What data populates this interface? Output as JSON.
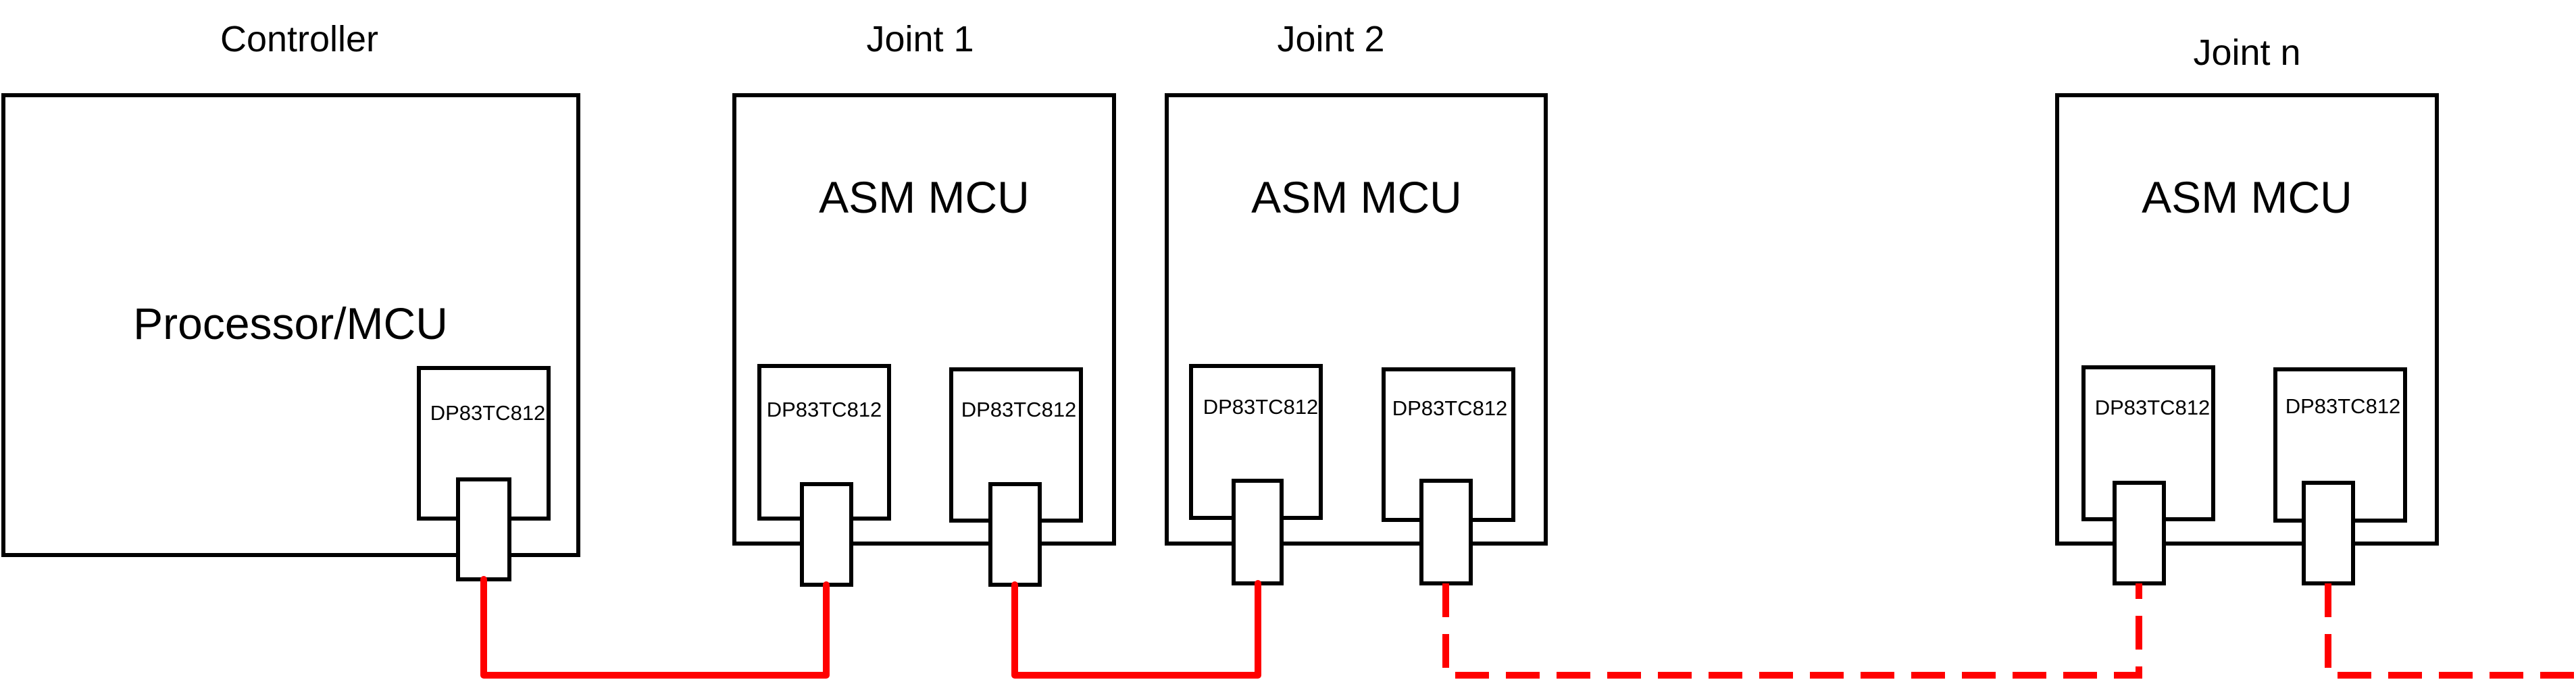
{
  "diagram": {
    "type": "daisy-chain network block diagram",
    "colors": {
      "outline": "#000000",
      "link": "#ff0000",
      "background": "#ffffff"
    },
    "nodes": [
      {
        "id": "controller",
        "title": "Controller",
        "core_label": "Processor/MCU",
        "phys": [
          {
            "label": "DP83TC812"
          }
        ]
      },
      {
        "id": "joint1",
        "title": "Joint 1",
        "core_label": "ASM MCU",
        "phys": [
          {
            "label": "DP83TC812"
          },
          {
            "label": "DP83TC812"
          }
        ]
      },
      {
        "id": "joint2",
        "title": "Joint 2",
        "core_label": "ASM MCU",
        "phys": [
          {
            "label": "DP83TC812"
          },
          {
            "label": "DP83TC812"
          }
        ]
      },
      {
        "id": "jointn",
        "title": "Joint n",
        "core_label": "ASM MCU",
        "phys": [
          {
            "label": "DP83TC812"
          },
          {
            "label": "DP83TC812"
          }
        ]
      }
    ],
    "links": [
      {
        "from": "controller.phy0",
        "to": "joint1.phy0",
        "style": "solid"
      },
      {
        "from": "joint1.phy1",
        "to": "joint2.phy0",
        "style": "solid"
      },
      {
        "from": "joint2.phy1",
        "to": "jointn.phy0",
        "style": "dashed"
      },
      {
        "from": "jointn.phy1",
        "to": "next (off-page)",
        "style": "dashed"
      }
    ]
  }
}
